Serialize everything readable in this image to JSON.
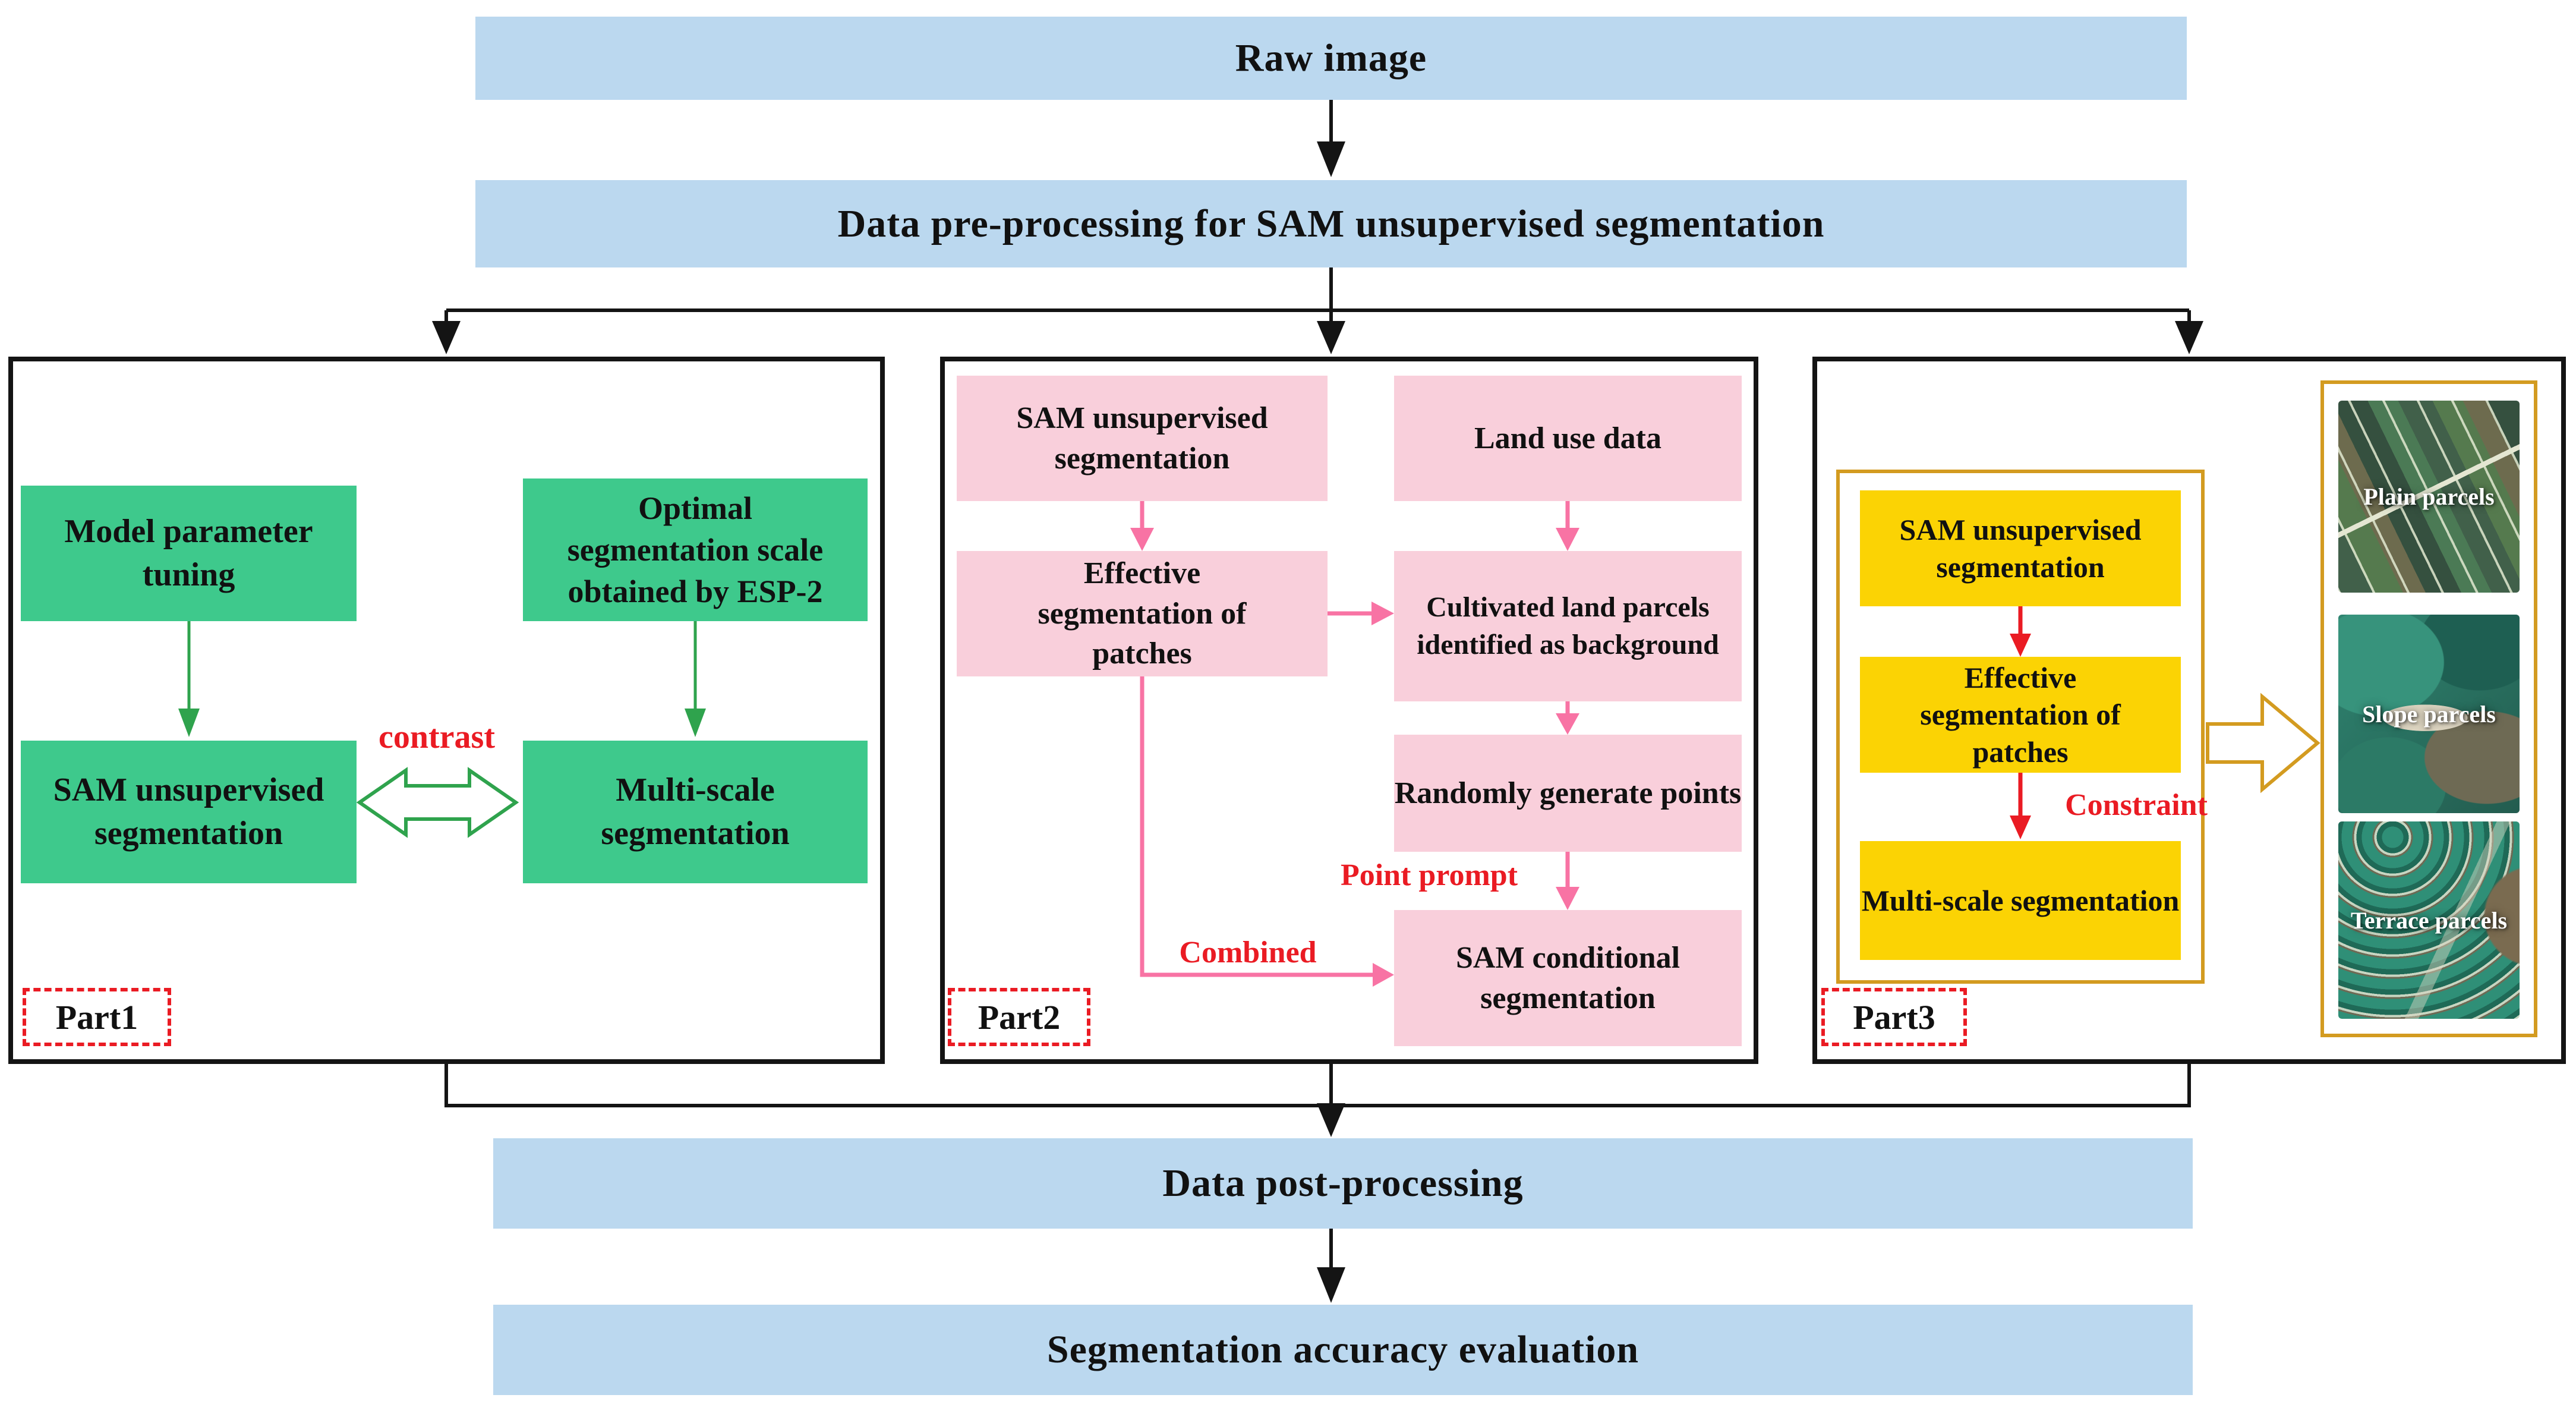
{
  "colors": {
    "bar_blue": "#BBD8EF",
    "green": "#3EC98C",
    "pink": "#F9CFDB",
    "yellow": "#FBD304",
    "pink_arrow": "#F873A4",
    "green_arrow": "#2FA34D",
    "red": "#EA1B23",
    "gold": "#D39B20",
    "line": "#141414"
  },
  "flow": {
    "raw": "Raw image",
    "preprocess": "Data pre-processing for SAM unsupervised segmentation",
    "postprocess": "Data post-processing",
    "evaluation": "Segmentation accuracy evaluation"
  },
  "part1": {
    "label": "Part1",
    "model_tuning": "Model parameter tuning",
    "esp2": "Optimal segmentation scale obtained by ESP-2",
    "sam_unsupervised": "SAM unsupervised segmentation",
    "multiscale": "Multi-scale segmentation",
    "contrast": "contrast"
  },
  "part2": {
    "label": "Part2",
    "sam_unsupervised": "SAM unsupervised segmentation",
    "land_use": "Land use data",
    "effective_patches": "Effective segmentation of patches",
    "cultivated": "Cultivated land parcels identified as background",
    "random_points": "Randomly generate points",
    "point_prompt": "Point prompt",
    "combined": "Combined",
    "sam_conditional": "SAM conditional segmentation"
  },
  "part3": {
    "label": "Part3",
    "sam_unsupervised": "SAM unsupervised segmentation",
    "effective_patches": "Effective segmentation of patches",
    "constraint": "Constraint",
    "multiscale": "Multi-scale segmentation",
    "parcels": [
      {
        "label": "Plain parcels"
      },
      {
        "label": "Slope parcels"
      },
      {
        "label": "Terrace parcels"
      }
    ]
  }
}
